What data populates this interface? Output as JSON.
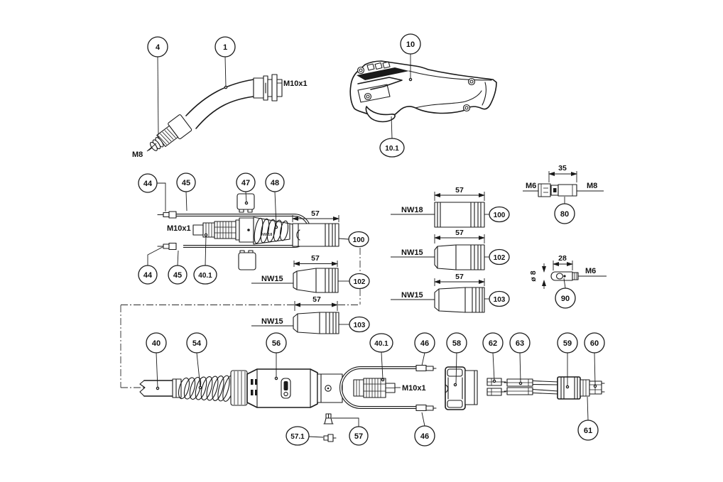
{
  "figure": {
    "type": "exploded-parts-diagram",
    "colors": {
      "line": "#1a1a1a",
      "background": "#ffffff"
    }
  },
  "callouts": {
    "p1": "1",
    "p4": "4",
    "p10": "10",
    "p10_1": "10.1",
    "p40": "40",
    "p40_1": "40.1",
    "p44": "44",
    "p45": "45",
    "p46": "46",
    "p47": "47",
    "p48": "48",
    "p54": "54",
    "p56": "56",
    "p57": "57",
    "p57_1": "57.1",
    "p58": "58",
    "p59": "59",
    "p60": "60",
    "p61": "61",
    "p62": "62",
    "p63": "63",
    "p80": "80",
    "p90": "90",
    "p100": "100",
    "p102": "102",
    "p103": "103"
  },
  "labels": {
    "thread_m10x1": "M10x1",
    "thread_m8": "M8",
    "thread_m6": "M6",
    "nw15": "NW15",
    "nw18": "NW18",
    "dia8": "ø 8"
  },
  "dimensions": {
    "nozzle_length": "57",
    "adapter_length": "35",
    "tip_length": "28"
  }
}
